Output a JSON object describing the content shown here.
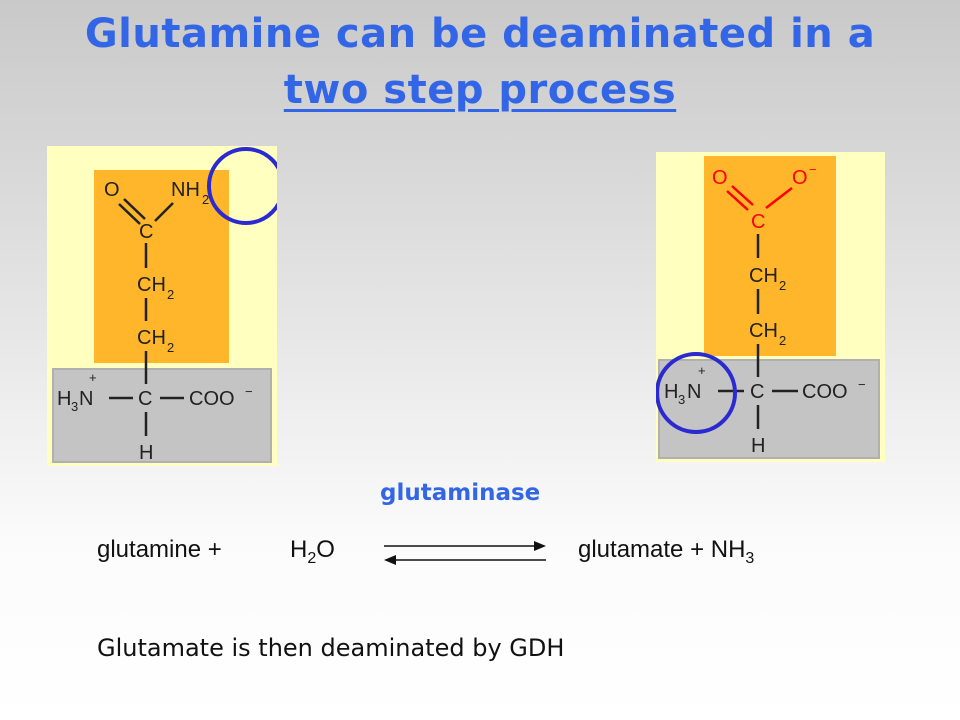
{
  "title": {
    "line1": "Glutamine can be deaminated in a",
    "line2": "two step process"
  },
  "glutamine_structure": {
    "atoms": [
      "O",
      "NH",
      "2",
      "C",
      "CH",
      "2",
      "CH",
      "2",
      "H",
      "3",
      "N",
      "+",
      "C",
      "COO",
      "−",
      "H"
    ]
  },
  "glutamate_structure": {
    "atoms": [
      "O",
      "O",
      "−",
      "C",
      "CH",
      "2",
      "CH",
      "2",
      "H",
      "3",
      "N",
      "+",
      "C",
      "COO",
      "−",
      "H"
    ]
  },
  "enzyme": "glutaminase",
  "equation": {
    "reactant1": "glutamine +",
    "reactant2": "H",
    "reactant2_sub": "2",
    "reactant2_end": "O",
    "product": "glutamate + NH",
    "product_sub": "3"
  },
  "footer": "Glutamate is then deaminated by GDH",
  "colors": {
    "title": "#3366e6",
    "side_chain_box": "#ffb62a",
    "backbone_box": "#c4c4c4",
    "panel_bg": "#ffffc0",
    "circle": "#2a2ad0",
    "carboxylate": "#ff0000"
  }
}
